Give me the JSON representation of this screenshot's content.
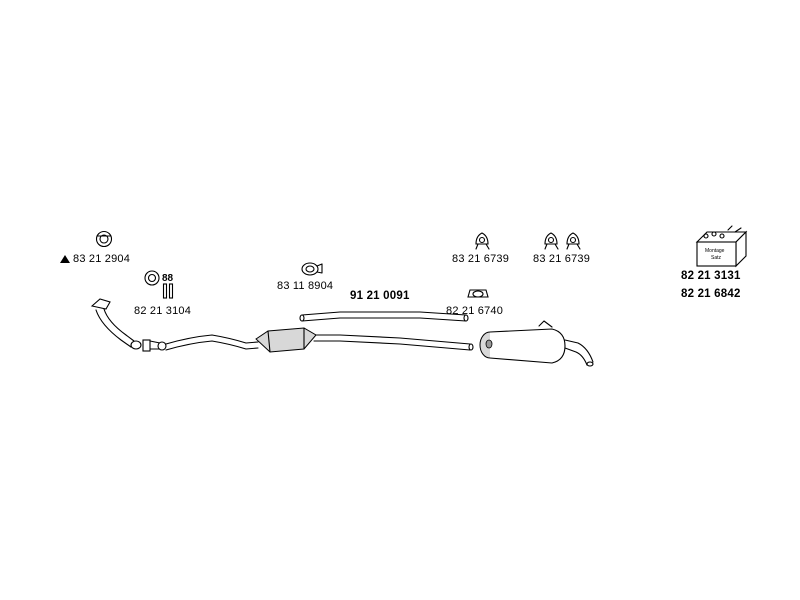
{
  "diagram": {
    "parts": [
      {
        "id": "part-exhaust-gasket",
        "number": "83 21 2904"
      },
      {
        "id": "part-clamp-bolts",
        "number": "82 21 3104"
      },
      {
        "id": "part-pipe-clamp",
        "number": "83 11 8904"
      },
      {
        "id": "part-middle-pipe",
        "number": "91 21 0091"
      },
      {
        "id": "part-rubber-mount-1",
        "number": "83 21 6739"
      },
      {
        "id": "part-rubber-mount-2",
        "number": "83 21 6739"
      },
      {
        "id": "part-rear-mount",
        "number": "82 21 6740"
      },
      {
        "id": "part-mounting-kit-1",
        "number": "82 21 3131"
      },
      {
        "id": "part-mounting-kit-2",
        "number": "82 21 6842"
      }
    ],
    "kit_box_text": [
      "Montage",
      "Satz"
    ],
    "bolt_mark": "88"
  }
}
